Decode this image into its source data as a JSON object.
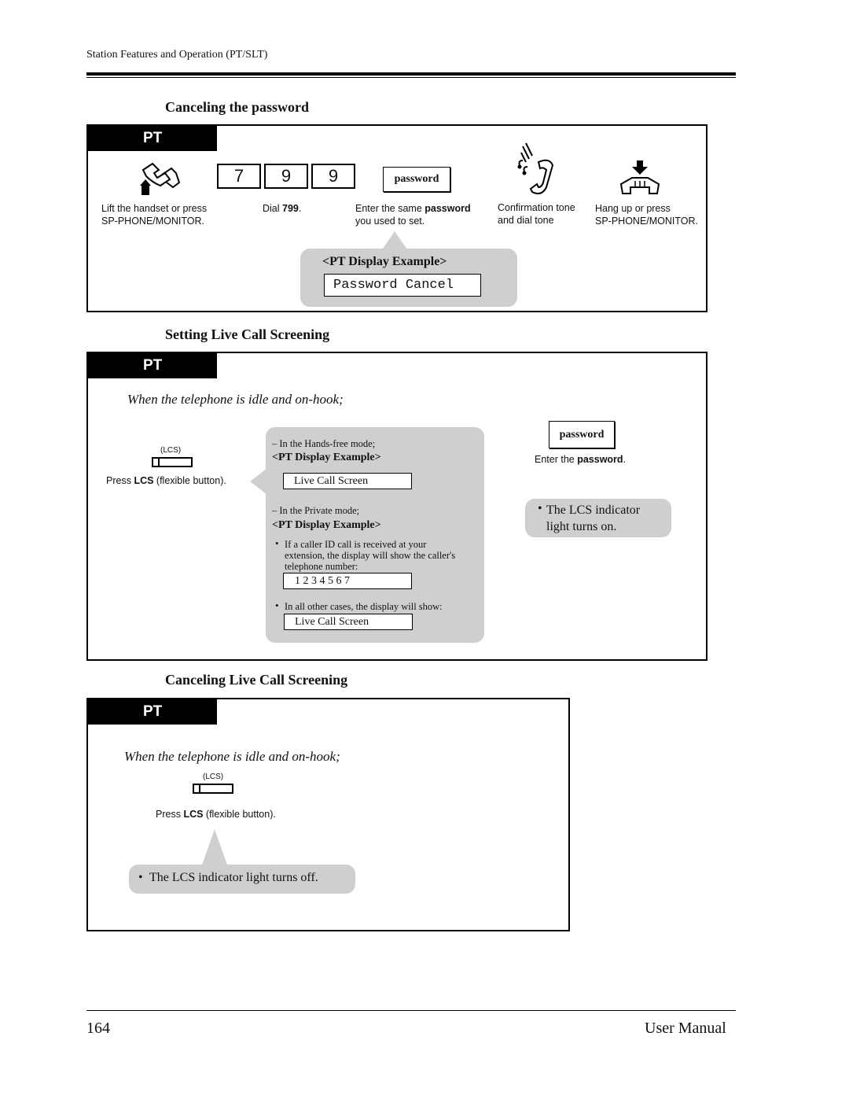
{
  "header": {
    "title": "Station Features and Operation (PT/SLT)"
  },
  "section1": {
    "title": "Canceling the password",
    "tab": "PT",
    "keys": [
      "7",
      "9",
      "9"
    ],
    "password_box": "password",
    "captions": {
      "lift_line1": "Lift the handset or press",
      "lift_line2": "SP-PHONE/MONITOR.",
      "dial_prefix": "Dial ",
      "dial_code": "799",
      "dial_suffix": ".",
      "enter_prefix": "Enter the same ",
      "enter_bold": "password",
      "enter_line2": "you used to set.",
      "tone_line1": "Confirmation tone",
      "tone_line2": "and dial tone",
      "hang_line1": "Hang up or press",
      "hang_line2": "SP-PHONE/MONITOR."
    },
    "display_example_label": "<PT Display Example>",
    "display_text": "Password Cancel"
  },
  "section2": {
    "title": "Setting Live Call Screening",
    "tab": "PT",
    "idle_text": "When the telephone is idle and on-hook;",
    "lcs_label": "(LCS)",
    "press_prefix": "Press ",
    "press_bold": "LCS",
    "press_suffix": " (flexible button).",
    "handsfree_mode": "– In the Hands-free mode;",
    "display_example_label_1": "<PT Display Example>",
    "display_text_1": "Live Call Screen",
    "private_mode": "– In the Private  mode;",
    "display_example_label_2": "<PT Display Example>",
    "caller_note_line1": "If a caller ID call is received at your",
    "caller_note_line2": "extension, the display will show the caller's",
    "caller_note_line3": "telephone number:",
    "display_number": "1 2 3 4 5 6 7",
    "other_cases": "In all other cases, the display will show:",
    "display_text_2": "Live Call Screen",
    "password_box": "password",
    "enter_prefix": "Enter the ",
    "enter_bold": "password",
    "enter_suffix": ".",
    "indicator_line1": "The LCS indicator",
    "indicator_line2": "light turns on."
  },
  "section3": {
    "title": "Canceling Live Call Screening",
    "tab": "PT",
    "idle_text": "When the telephone is idle and on-hook;",
    "lcs_label": "(LCS)",
    "press_prefix": "Press ",
    "press_bold": "LCS",
    "press_suffix": " (flexible button).",
    "indicator_text": "The LCS indicator light turns off."
  },
  "footer": {
    "page_number": "164",
    "manual": "User Manual"
  }
}
